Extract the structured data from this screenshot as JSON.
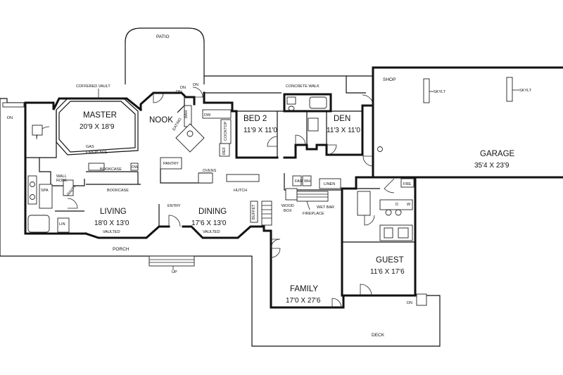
{
  "labels": {
    "patio": "PATIO",
    "coffered_vault": "COFFERED VAULT",
    "concrete_walk": "CONCRETE WALK",
    "shop": "SHOP",
    "skylt1": "SKYLT",
    "skylt2": "SKYLT",
    "master": "MASTER",
    "master_dim": "20'9 X 18'9",
    "nook": "NOOK",
    "bed2": "BED 2",
    "bed2_dim": "11'9 X 11'0",
    "den": "DEN",
    "den_dim": "11'3 X 11'0",
    "garage": "GARAGE",
    "garage_dim": "35'4 X 23'9",
    "gas": "GAS",
    "fireplace": "FIREPLACE",
    "bookcase1": "BOOKCASE",
    "bookcase2": "BOOKCASE",
    "pantry": "PANTRY",
    "ovens": "OVENS",
    "hutch": "HUTCH",
    "linen1": "LINEN",
    "linen2": "LIN",
    "fre": "FRE",
    "living": "LIVING",
    "living_dim": "18'0 X 13'0",
    "vaulted1": "VAULTED",
    "entry": "ENTRY",
    "dining": "DINING",
    "dining_dim": "17'6 X 13'0",
    "vaulted2": "VAULTED",
    "buffet": "BUFFET",
    "wood": "WOOD",
    "box": "BOX",
    "wet_bar": "WET BAR",
    "fireplace2": "FIREPLACE",
    "guest": "GUEST",
    "guest_dim": "11'6 X 17'6",
    "porch": "PORCH",
    "up": "UP",
    "family": "FAMILY",
    "family_dim": "17'0 X 27'6",
    "deck": "DECK",
    "dn1": "DN",
    "dn2": "DN",
    "dn3": "DN",
    "dn4": "DN",
    "dn5": "DN",
    "dw": "DW",
    "eating": "EATING",
    "bar": "BAR",
    "cooktop": "COOKTOP",
    "ref": "REF",
    "vanity": "VANITY",
    "wall_oven": "WALL",
    "wall_oven2": "ROBE",
    "bath_spa": "SPA",
    "fau": "FAU",
    "wh": "WH",
    "d": "D",
    "w": "W"
  }
}
